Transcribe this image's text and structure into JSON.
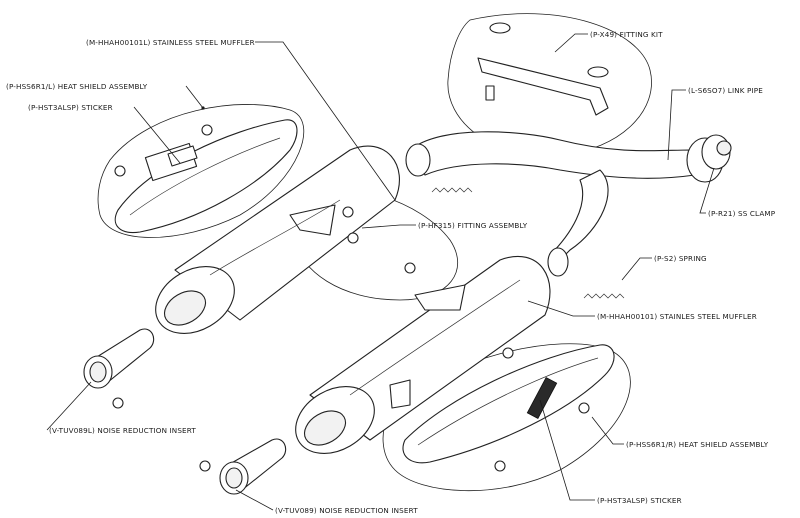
{
  "labels": {
    "muffler_left": "(M-HHAH00101L)  STAINLESS STEEL MUFFLER",
    "heat_shield_left": "(P-HSS6R1/L)  HEAT SHIELD ASSEMBLY",
    "sticker_left": "(P-HST3ALSP)  STICKER",
    "fitting_kit": "(P-X49)  FITTING KIT",
    "link_pipe": "(L-S6SO7) LINK PIPE",
    "fitting_assembly": "(P-HF315)  FITTING ASSEMBLY",
    "ss_clamp": "(P-R21)  SS CLAMP",
    "spring": "(P-S2)  SPRING",
    "muffler_right": "(M-HHAH00101)  STAINLES STEEL MUFFLER",
    "noise_insert_left": "(V-TUV089L)  NOISE REDUCTION INSERT",
    "heat_shield_right": "(P-HSS6R1/R)  HEAT SHIELD ASSEMBLY",
    "sticker_right": "(P-HST3ALSP)  STICKER",
    "noise_insert_right": "(V-TUV089)  NOISE REDUCTION INSERT"
  },
  "colors": {
    "line": "#1a1a1a",
    "background": "#ffffff"
  },
  "icons": {
    "leader_dot": "filled-circle"
  }
}
